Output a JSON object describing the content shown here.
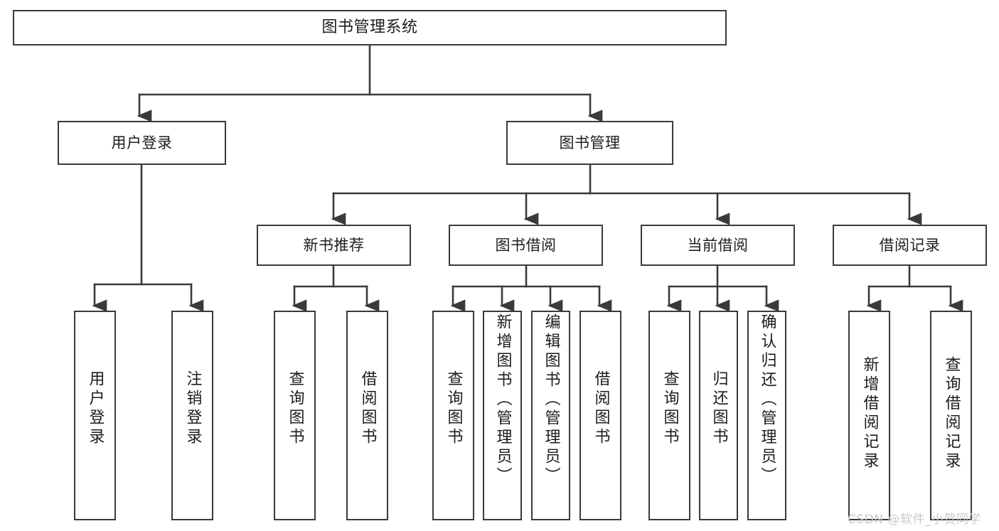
{
  "diagram": {
    "type": "tree-hierarchy",
    "title": "图书管理系统",
    "watermark": "CSDN @软件_小贺同学",
    "colors": {
      "stroke": "#3a3a3a",
      "fill": "#ffffff",
      "text": "#1d1d1d",
      "watermark": "#c9c9c9"
    },
    "nodes": {
      "root": {
        "label": "图书管理系统"
      },
      "tier1": [
        {
          "id": "user-login",
          "label": "用户登录"
        },
        {
          "id": "book-manage",
          "label": "图书管理"
        }
      ],
      "tier2": [
        {
          "id": "new-book-rec",
          "label": "新书推荐"
        },
        {
          "id": "book-borrow",
          "label": "图书借阅"
        },
        {
          "id": "current-borrow",
          "label": "当前借阅"
        },
        {
          "id": "borrow-record",
          "label": "借阅记录"
        }
      ],
      "leaves": {
        "user-login": [
          {
            "id": "leaf-user-login",
            "label": "用户登录"
          },
          {
            "id": "leaf-logout",
            "label": "注销登录"
          }
        ],
        "new-book-rec": [
          {
            "id": "leaf-query-book-1",
            "label": "查询图书"
          },
          {
            "id": "leaf-borrow-book-1",
            "label": "借阅图书"
          }
        ],
        "book-borrow": [
          {
            "id": "leaf-query-book-2",
            "label": "查询图书"
          },
          {
            "id": "leaf-add-book",
            "label": "新增图书（管理员）"
          },
          {
            "id": "leaf-edit-book",
            "label": "编辑图书（管理员）"
          },
          {
            "id": "leaf-borrow-book-2",
            "label": "借阅图书"
          }
        ],
        "current-borrow": [
          {
            "id": "leaf-query-book-3",
            "label": "查询图书"
          },
          {
            "id": "leaf-return-book",
            "label": "归还图书"
          },
          {
            "id": "leaf-confirm-return",
            "label": "确认归还（管理员）"
          }
        ],
        "borrow-record": [
          {
            "id": "leaf-add-record",
            "label": "新增借阅记录"
          },
          {
            "id": "leaf-query-record",
            "label": "查询借阅记录"
          }
        ]
      }
    }
  }
}
